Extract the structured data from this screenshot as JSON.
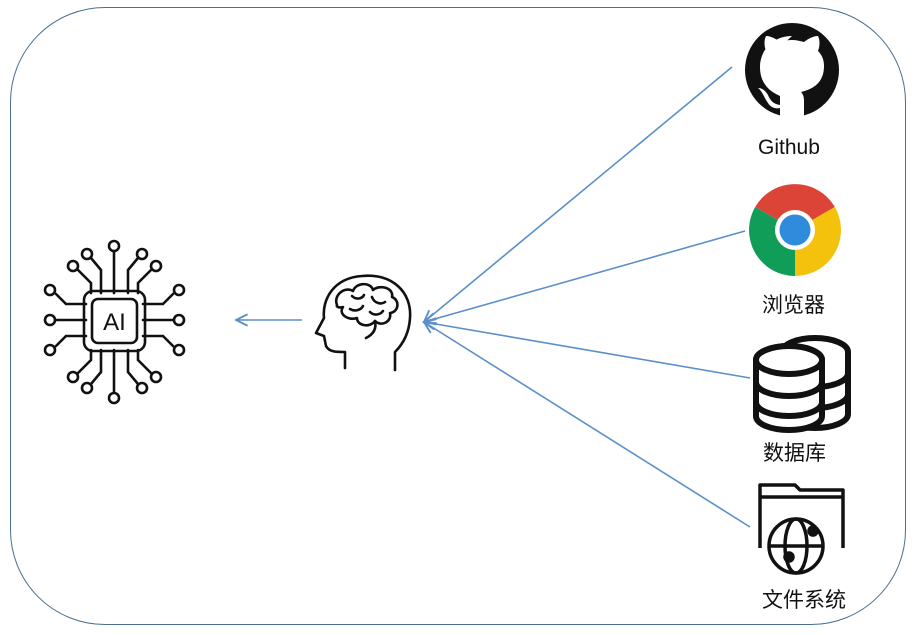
{
  "ai_chip": {
    "label": "AI"
  },
  "sources": [
    {
      "id": "github",
      "label": "Github",
      "icon": "github-icon"
    },
    {
      "id": "browser",
      "label": "浏览器",
      "icon": "chrome-icon"
    },
    {
      "id": "database",
      "label": "数据库",
      "icon": "database-icon"
    },
    {
      "id": "filesystem",
      "label": "文件系统",
      "icon": "folder-globe-icon"
    }
  ],
  "colors": {
    "arrow": "#5b8fc9",
    "frame": "#4a6e8f",
    "ink": "#111111"
  }
}
